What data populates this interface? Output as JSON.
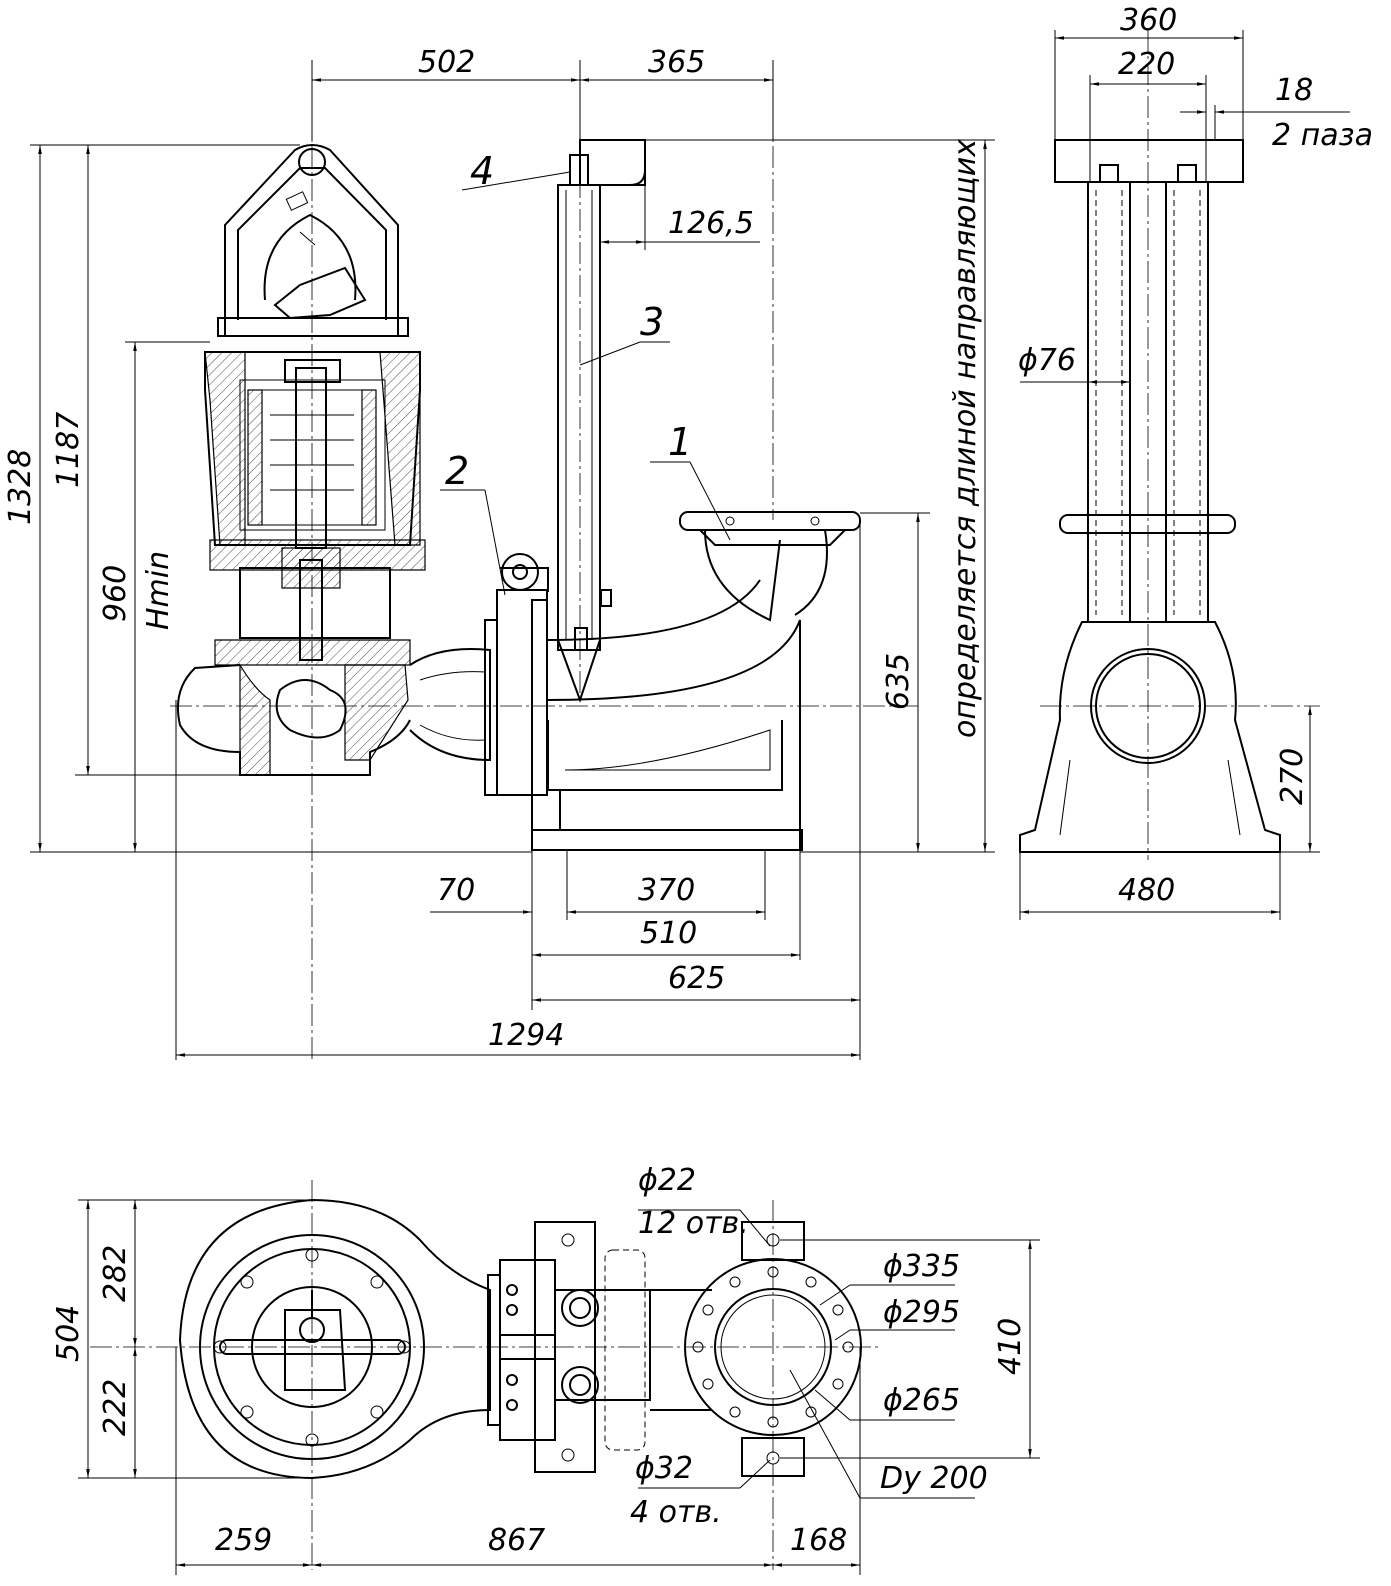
{
  "front_view": {
    "dims": {
      "d502": "502",
      "d365": "365",
      "d126_5": "126,5",
      "d1328": "1328",
      "d1187": "1187",
      "d960": "960",
      "hmin": "Hmin",
      "d635": "635",
      "guide_note": "определяется длиной направляющих",
      "d70": "70",
      "d370": "370",
      "d510": "510",
      "d625": "625",
      "d1294": "1294"
    },
    "callouts": [
      "1",
      "2",
      "3",
      "4"
    ]
  },
  "side_view": {
    "dims": {
      "d360": "360",
      "d220": "220",
      "d18": "18",
      "slots": "2 паза",
      "phi76": "ϕ76",
      "d270": "270",
      "d480": "480"
    }
  },
  "plan_view": {
    "dims": {
      "phi22": "ϕ22",
      "holes12": "12 отв.",
      "phi335": "ϕ335",
      "phi295": "ϕ295",
      "phi265": "ϕ265",
      "dy200": "Dy 200",
      "phi32": "ϕ32",
      "holes4": "4 отв.",
      "d410": "410",
      "d504": "504",
      "d282": "282",
      "d222": "222",
      "d259": "259",
      "d867": "867",
      "d168": "168"
    }
  }
}
